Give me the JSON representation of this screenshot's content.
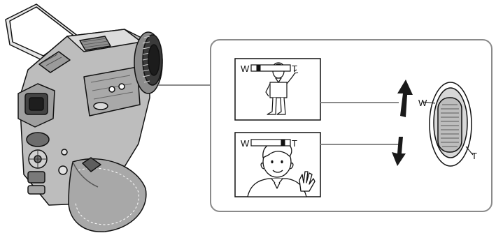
{
  "figure": {
    "zoom_bar": {
      "wide_label": "W",
      "tele_label": "T"
    },
    "panels": [
      {
        "wide_label": "W",
        "tele_label": "T",
        "zoom_level": 0.12
      },
      {
        "wide_label": "W",
        "tele_label": "T",
        "zoom_level": 0.88
      }
    ],
    "lever": {
      "wide_label": "W",
      "tele_label": "T"
    }
  }
}
